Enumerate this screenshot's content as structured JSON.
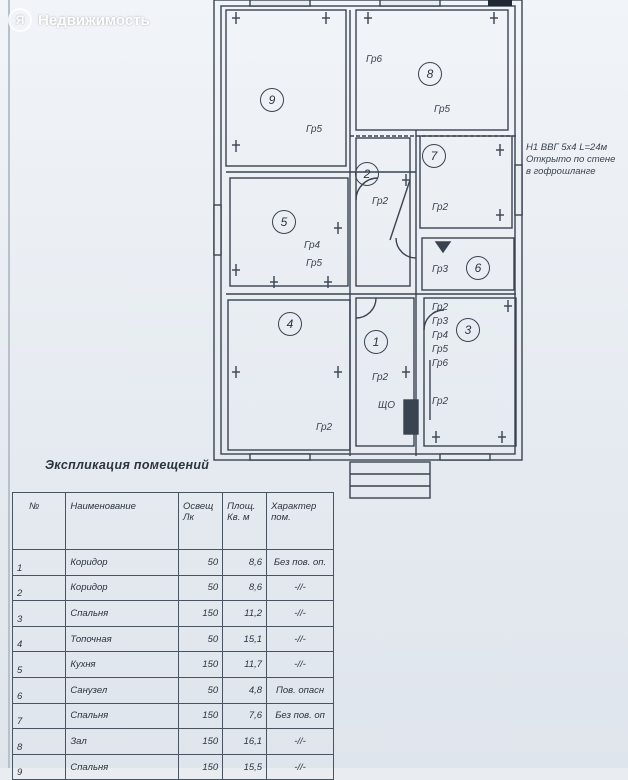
{
  "watermark": {
    "logo": "Я",
    "text": "Недвижимость"
  },
  "rooms": [
    {
      "n": "1"
    },
    {
      "n": "2"
    },
    {
      "n": "3"
    },
    {
      "n": "4"
    },
    {
      "n": "5"
    },
    {
      "n": "6"
    },
    {
      "n": "7"
    },
    {
      "n": "8"
    },
    {
      "n": "9"
    }
  ],
  "groups": {
    "gr6_top": "Гр6",
    "gr5_top8": "Гр5",
    "gr5_room9": "Гр5",
    "gr2_room2": "Гр2",
    "gr2_room7": "Гр2",
    "gr4_room5": "Гр4",
    "gr5_room5": "Гр5",
    "gr3_room6": "Гр3",
    "gr2_room1": "Гр2",
    "gr2_room4": "Гр2",
    "gr2_room3": "Гр2",
    "stack": [
      "Гр2",
      "Гр3",
      "Гр4",
      "Гр5",
      "Гр6"
    ],
    "shield": "ЩО"
  },
  "cable_note": [
    "Н1 ВВГ 5х4 L=24м",
    "Открыто по стене",
    "в гофрошланге"
  ],
  "explication": {
    "title": "Экспликация помещений",
    "headers": {
      "n": "№",
      "name": "Наименование",
      "lux": [
        "Освещ",
        "Лк"
      ],
      "area": [
        "Площ.",
        "Кв. м"
      ],
      "char": [
        "Характер",
        "пом."
      ]
    },
    "rows": [
      {
        "n": "1",
        "name": "Коридор",
        "lux": "50",
        "area": "8,6",
        "char": "Без пов. оп."
      },
      {
        "n": "2",
        "name": "Коридор",
        "lux": "50",
        "area": "8,6",
        "char": "-//-"
      },
      {
        "n": "3",
        "name": "Спальня",
        "lux": "150",
        "area": "11,2",
        "char": "-//-"
      },
      {
        "n": "4",
        "name": "Топочная",
        "lux": "50",
        "area": "15,1",
        "char": "-//-"
      },
      {
        "n": "5",
        "name": "Кухня",
        "lux": "150",
        "area": "11,7",
        "char": "-//-"
      },
      {
        "n": "6",
        "name": "Санузел",
        "lux": "50",
        "area": "4,8",
        "char": "Пов. опасн"
      },
      {
        "n": "7",
        "name": "Спальня",
        "lux": "150",
        "area": "7,6",
        "char": "Без пов. оп"
      },
      {
        "n": "8",
        "name": "Зал",
        "lux": "150",
        "area": "16,1",
        "char": "-//-"
      },
      {
        "n": "9",
        "name": "Спальня",
        "lux": "150",
        "area": "15,5",
        "char": "-//-"
      }
    ]
  }
}
